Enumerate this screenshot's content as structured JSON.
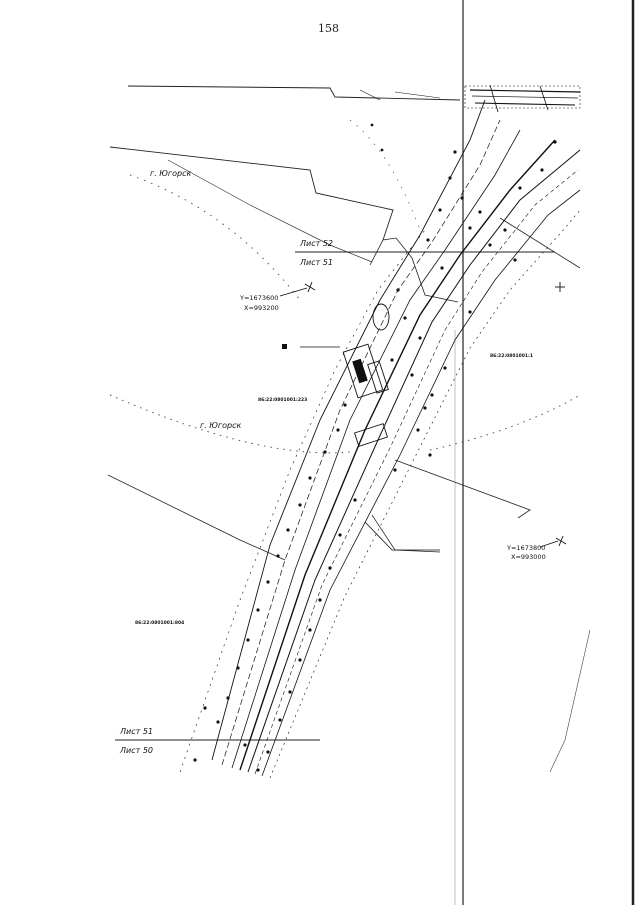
{
  "page_number": "158",
  "sheets": {
    "lower_top": "Лист 51",
    "lower_bottom": "Лист 50",
    "upper_top": "Лист 52",
    "upper_bottom": "Лист 51"
  },
  "town_labels": [
    "г. Югорск",
    "г. Югорск"
  ],
  "coordinates": {
    "left": {
      "y": "Y=1673600",
      "x": "X=993200"
    },
    "right": {
      "y": "Y=1673800",
      "x": "X=993000"
    }
  },
  "parcels": {
    "center": "86:22:0801001:223",
    "right": "86:22:0801001:1",
    "lower_left": "86:22:0801001:804"
  },
  "colors": {
    "ink": "#111111",
    "paper": "#ffffff",
    "fold": "#333333"
  }
}
